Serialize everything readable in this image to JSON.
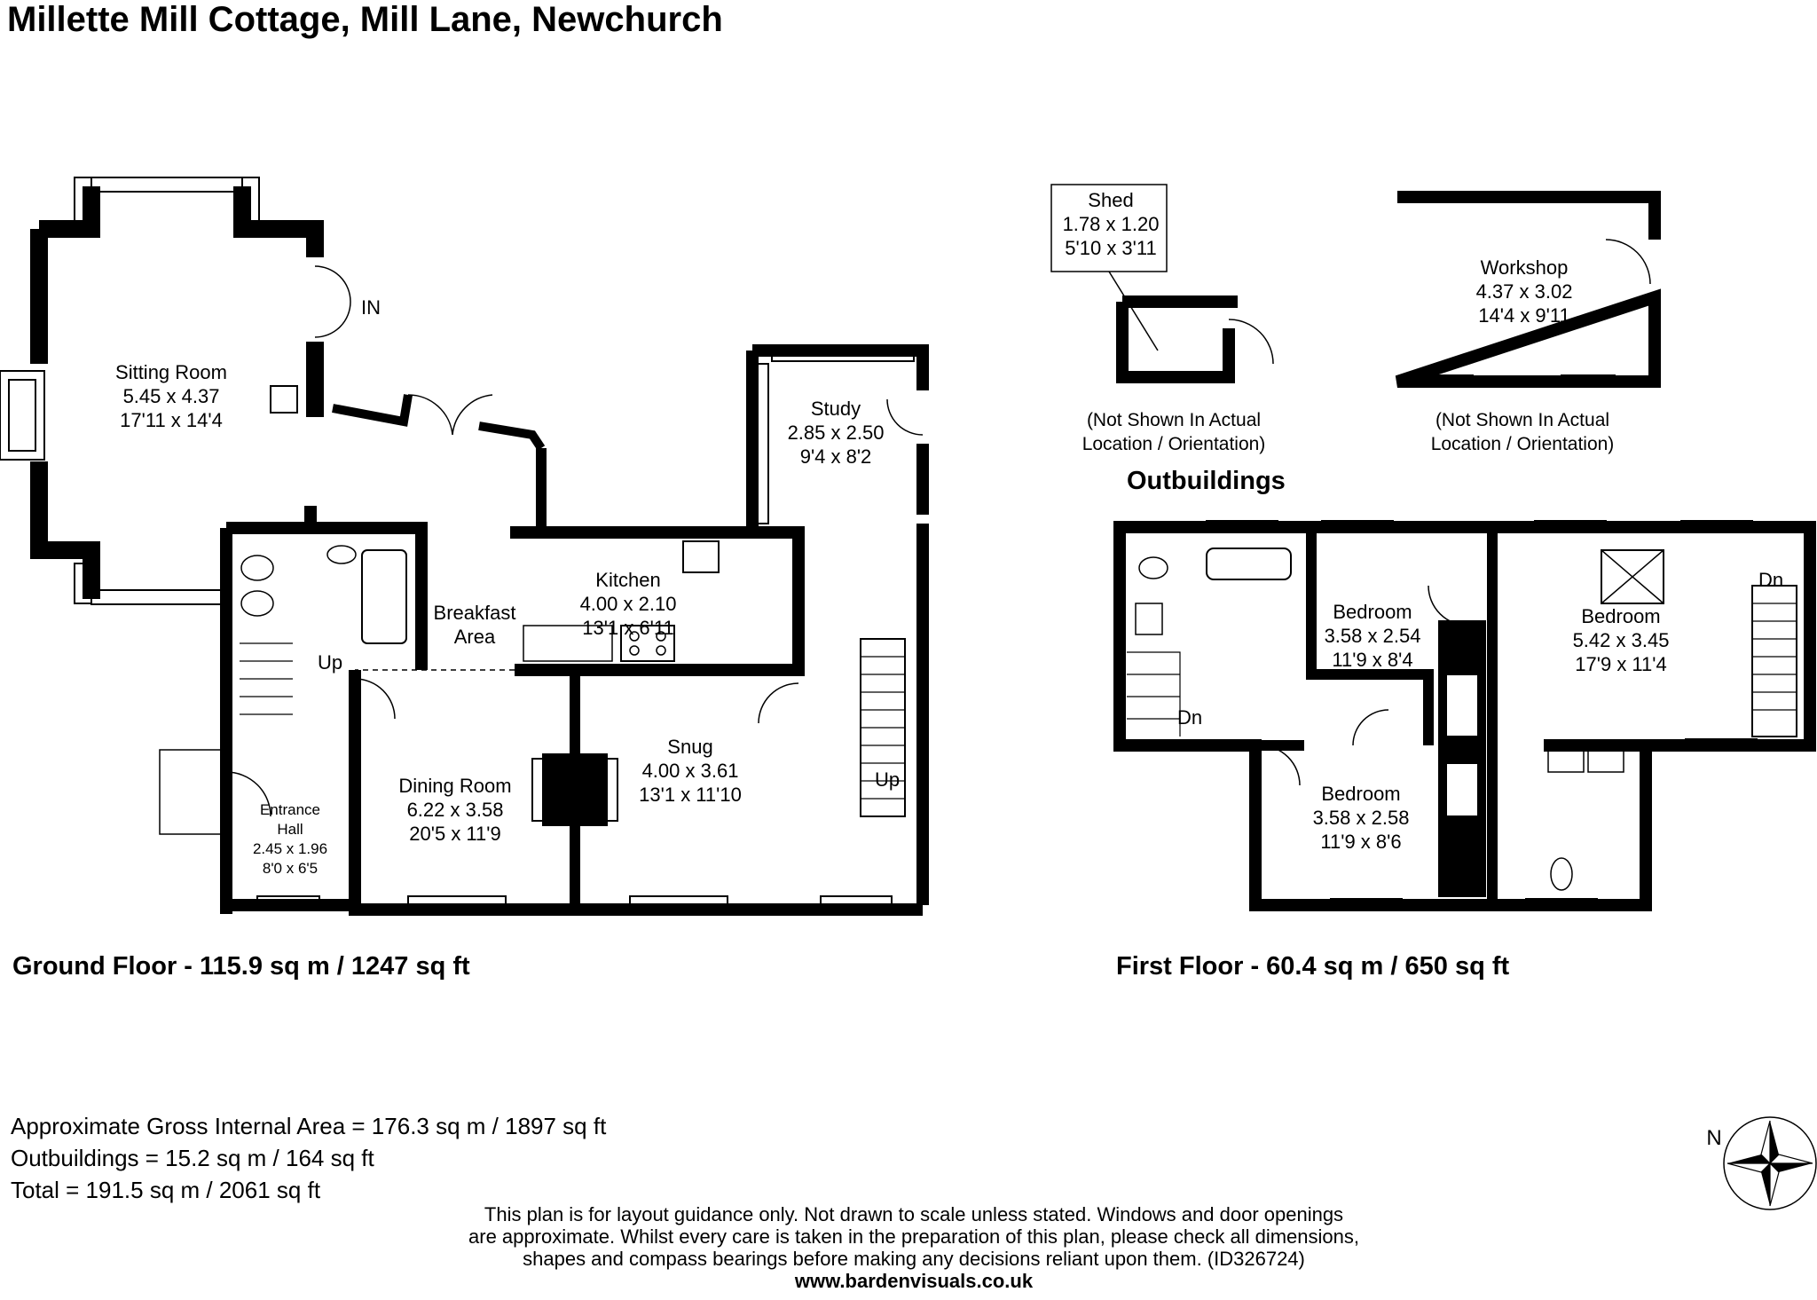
{
  "title": "Millette Mill Cottage, Mill Lane, Newchurch",
  "ground_floor": {
    "label": "Ground Floor - 115.9 sq m / 1247 sq ft",
    "rooms": [
      {
        "name": "Sitting Room",
        "metric": "5.45 x 4.37",
        "imperial": "17'11 x 14'4"
      },
      {
        "name": "Study",
        "metric": "2.85 x 2.50",
        "imperial": "9'4 x 8'2"
      },
      {
        "name": "Kitchen",
        "metric": "4.00 x 2.10",
        "imperial": "13'1 x 6'11"
      },
      {
        "name": "Breakfast",
        "name2": "Area"
      },
      {
        "name": "Dining Room",
        "metric": "6.22 x 3.58",
        "imperial": "20'5 x 11'9"
      },
      {
        "name": "Snug",
        "metric": "4.00 x 3.61",
        "imperial": "13'1 x 11'10"
      },
      {
        "name": "Entrance",
        "name2": "Hall",
        "metric": "2.45 x 1.96",
        "imperial": "8'0 x 6'5"
      }
    ],
    "markers": {
      "in": "IN",
      "up1": "Up",
      "up2": "Up"
    }
  },
  "first_floor": {
    "label": "First Floor - 60.4 sq m / 650 sq ft",
    "rooms": [
      {
        "name": "Bedroom",
        "metric": "3.58 x 2.54",
        "imperial": "11'9 x 8'4"
      },
      {
        "name": "Bedroom",
        "metric": "5.42 x 3.45",
        "imperial": "17'9 x 11'4"
      },
      {
        "name": "Bedroom",
        "metric": "3.58 x 2.58",
        "imperial": "11'9 x 8'6"
      }
    ],
    "markers": {
      "dn1": "Dn",
      "dn2": "Dn"
    }
  },
  "outbuildings": {
    "heading": "Outbuildings",
    "shed": {
      "name": "Shed",
      "metric": "1.78 x 1.20",
      "imperial": "5'10 x 3'11"
    },
    "workshop": {
      "name": "Workshop",
      "metric": "4.37 x 3.02",
      "imperial": "14'4 x 9'11"
    },
    "note_line1": "(Not Shown In Actual",
    "note_line2": "Location / Orientation)"
  },
  "areas": {
    "gross": "Approximate Gross Internal Area = 176.3 sq m / 1897 sq ft",
    "outbuildings": "Outbuildings = 15.2 sq m / 164 sq ft",
    "total": "Total = 191.5 sq m / 2061 sq ft"
  },
  "disclaimer": {
    "line1": "This plan is for layout guidance only. Not drawn to scale unless stated. Windows and door openings",
    "line2": "are approximate. Whilst every care is taken in the preparation of this plan, please check all dimensions,",
    "line3": "shapes and compass bearings before making any decisions reliant upon them. (ID326724)",
    "website": "www.bardenvisuals.co.uk"
  },
  "compass": {
    "north": "N"
  }
}
